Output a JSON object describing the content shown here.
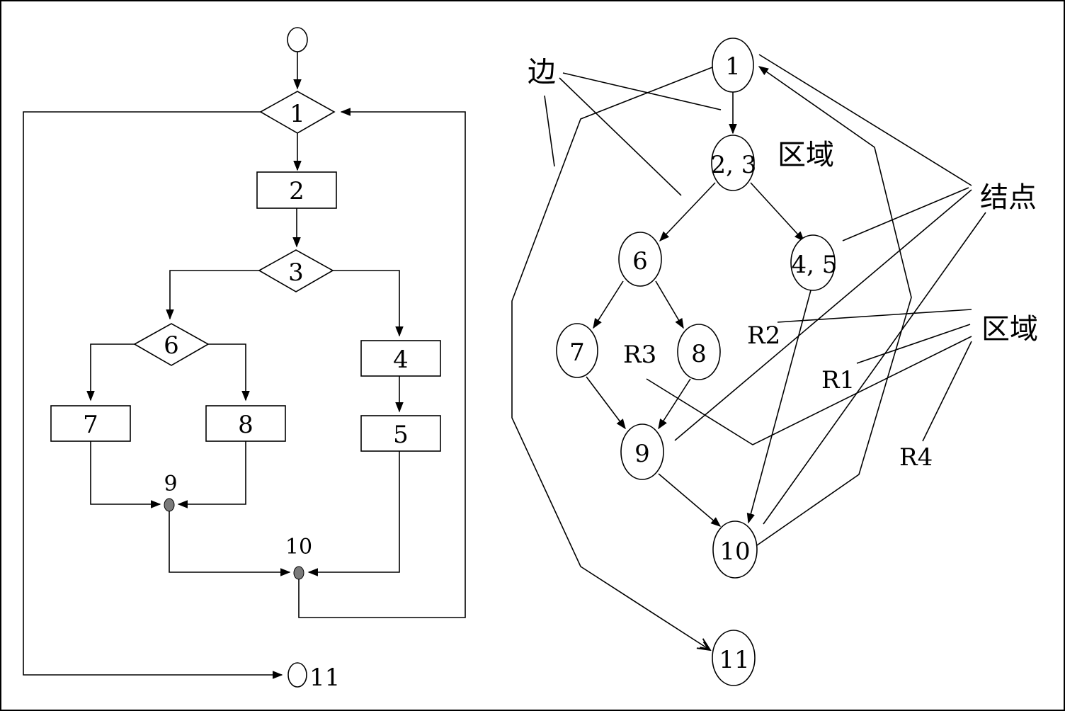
{
  "flowchart": {
    "node_1": "1",
    "node_2": "2",
    "node_3": "3",
    "node_4": "4",
    "node_5": "5",
    "node_6": "6",
    "node_7": "7",
    "node_8": "8",
    "node_9": "9",
    "node_10": "10",
    "node_11": "11"
  },
  "flowgraph": {
    "nodes": {
      "n1": "1",
      "n23": "2, 3",
      "n45": "4, 5",
      "n6": "6",
      "n7": "7",
      "n8": "8",
      "n9": "9",
      "n10": "10",
      "n11": "11"
    },
    "annotations": {
      "edge_label": "边",
      "node_label": "结点",
      "region_label_top": "区域",
      "region_label_right": "区域"
    },
    "regions": {
      "r1": "R1",
      "r2": "R2",
      "r3": "R3",
      "r4": "R4"
    }
  }
}
